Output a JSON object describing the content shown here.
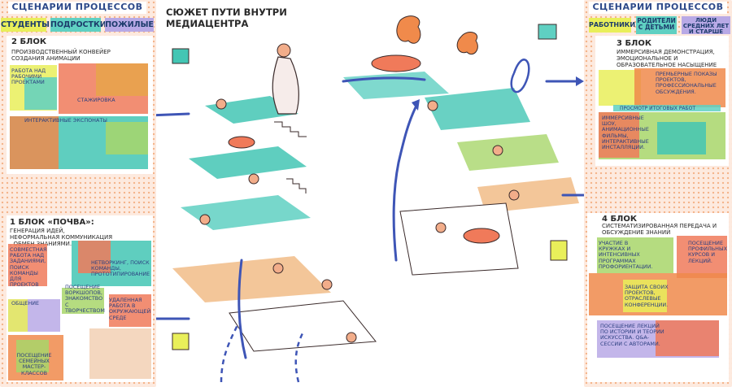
{
  "main_title": {
    "line1": "СЮЖЕТ ПУТИ ВНУТРИ",
    "line2": "МЕДИАЦЕНТРА"
  },
  "left_panel": {
    "header": "СЦЕНАРИИ ПРОЦЕССОВ",
    "tabs": [
      {
        "label": "СТУДЕНТЫ",
        "color": "#e9ef5a"
      },
      {
        "label": "ПОДРОСТКИ",
        "color": "#5fd0c2"
      },
      {
        "label": "ПОЖИЛЫЕ",
        "color": "#b8a9e6"
      }
    ]
  },
  "right_panel": {
    "header": "СЦЕНАРИИ ПРОЦЕССОВ",
    "tabs": [
      {
        "label": "РАБОТНИКИ",
        "color": "#e9ef5a"
      },
      {
        "label": "РОДИТЕЛИ С ДЕТЬМИ",
        "color": "#5fd0c2"
      },
      {
        "label": "ЛЮДИ СРЕДНИХ ЛЕТ И СТАРШЕ",
        "color": "#b8a9e6"
      }
    ]
  },
  "block2": {
    "title": "2 БЛОК",
    "desc": "ПРОИЗВОДСТВЕННЫЙ КОНВЕЙЕР СОЗДАНИЯ АНИМАЦИИ",
    "items": [
      "РАБОТА НАД РАБОЧИМИ ПРОЕКТАМИ",
      "СТАЖИРОВКА",
      "ИНТЕРАКТИВНЫЕ ЭКСПОНАТЫ"
    ]
  },
  "block1": {
    "title": "1 БЛОК «ПОЧВА»:",
    "desc": "ГЕНЕРАЦИЯ ИДЕЙ, НЕФОРМАЛЬНАЯ КОММУНИКАЦИЯ , ОБМЕН ЗНАНИЯМИ.",
    "items": [
      "СОВМЕСТНАЯ РАБОТА НАД ЗАДАНИЯМИ, ПОИСК КОМАНДЫ ДЛЯ ПРОЕКТОВ",
      "НЕТВОРКИНГ, ПОИСК КОМАНДЫ, ПРОТОТИПИРОВАНИЕ",
      "ПОСЕЩЕНИЕ ВОРКШОПОВ, ЗНАКОМСТВО С ТВОРЧЕСТВОМ",
      "ОБЩЕНИЕ",
      "УДАЛЕННАЯ РАБОТА В ОКРУЖАЮЩЕЙ СРЕДЕ",
      "ПОСЕЩЕНИЕ СЕМЕЙНЫХ МАСТЕР-КЛАССОВ"
    ]
  },
  "block3": {
    "title": "3 БЛОК",
    "desc": "ИММЕРСИВНАЯ ДЕМОНСТРАЦИЯ, ЭМОЦИОНАЛЬНОЕ И ОБРАЗОВАТЕЛЬНОЕ НАСЫЩЕНИЕ",
    "items": [
      "ПРЕМЬЕРНЫЕ ПОКАЗЫ ПРОЕКТОВ, ПРОФЕССИОНАЛЬНЫЕ ОБСУЖДЕНИЯ.",
      "ПРОСМОТР ИТОГОВЫХ РАБОТ",
      "ИММЕРСИВНЫЕ ШОУ, АНИМАЦИОННЫЕ ФИЛЬМЫ, ИНТЕРАКТИВНЫЕ ИНСТАЛЛЯЦИИ."
    ]
  },
  "block4": {
    "title": "4 БЛОК",
    "desc": "СИСТЕМАТИЗИРОВАННАЯ ПЕРЕДАЧА И ОБСУЖДЕНИЕ ЗНАНИЙ",
    "items": [
      "УЧАСТИЕ В КРУЖКАХ И ИНТЕНСИВНЫХ ПРОГРАММАХ ПРОФОРИЕНТАЦИИ.",
      "ПОСЕЩЕНИЕ ПРОФИЛЬНЫХ КУРСОВ И ЛЕКЦИЙ.",
      "ЗАЩИТА СВОИХ ПРОЕКТОВ, ОТРАСЛЕВЫЕ КОНФЕРЕНЦИИ.",
      "ПОСЕЩЕНИЕ ЛЕКЦИЙ ПО ИСТОРИИ И ТЕОРИИ ИСКУССТВА. Q&A-СЕССИИ С АВТОРАМИ."
    ]
  },
  "colors": {
    "accent_blue": "#3e55b6",
    "orange": "#f08a4b",
    "teal": "#43c6b4",
    "panel_bg": "#fdeadf"
  }
}
